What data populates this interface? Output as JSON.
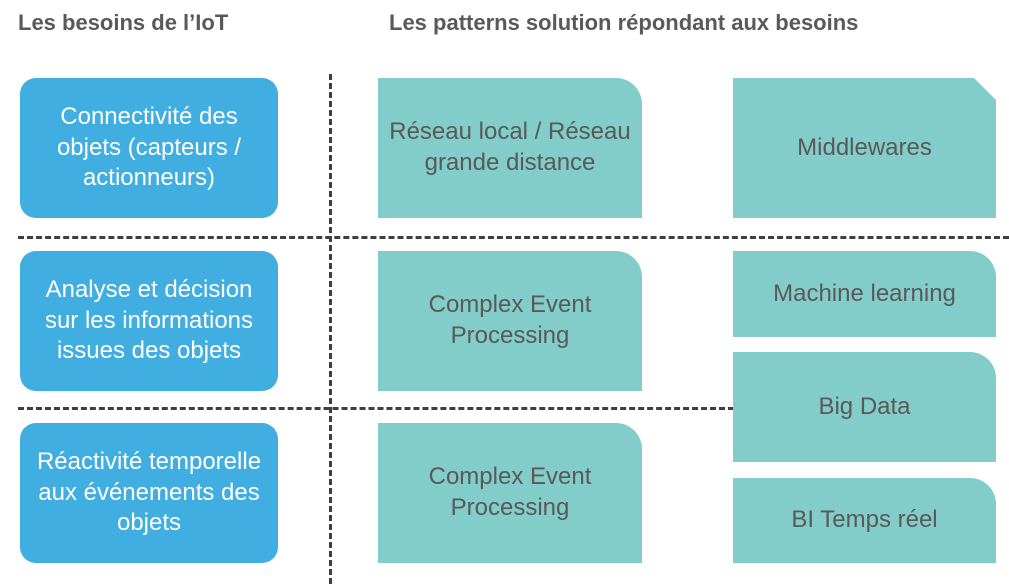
{
  "headings": {
    "needs": "Les besoins de l’IoT",
    "patterns": "Les patterns solution répondant aux besoins"
  },
  "colors": {
    "need_box": "#41AEE2",
    "pattern_box": "#82CCC9",
    "heading_text": "#595959",
    "need_text": "#FFFFFF",
    "pattern_text": "#595959",
    "divider": "#3F3F3F",
    "background": "#FFFFFF"
  },
  "needs_column": {
    "items": [
      {
        "label": "Connectivité des objets (capteurs / actionneurs)"
      },
      {
        "label": "Analyse et décision sur les informations issues des objets"
      },
      {
        "label": "Réactivité temporelle aux événements des objets"
      }
    ]
  },
  "patterns_middle_column": {
    "items": [
      {
        "label": "Réseau local / Réseau grande distance"
      },
      {
        "label": "Complex Event Processing"
      },
      {
        "label": "Complex Event Processing"
      }
    ]
  },
  "patterns_right_column": {
    "items": [
      {
        "label": "Middlewares"
      },
      {
        "label": "Machine learning"
      },
      {
        "label": "Big Data"
      },
      {
        "label": "BI Temps réel"
      }
    ]
  }
}
